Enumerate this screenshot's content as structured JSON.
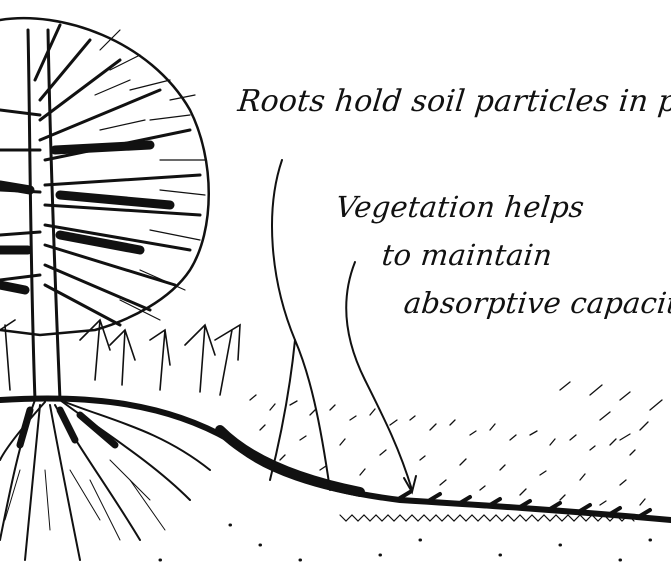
{
  "labels": {
    "roots": "Roots hold soil particles in place",
    "vegetation_line1": "Vegetation helps",
    "vegetation_line2": "to maintain",
    "vegetation_line3": "absorptive capacity"
  },
  "colors": {
    "ink": "#111111",
    "paper": "#ffffff"
  }
}
